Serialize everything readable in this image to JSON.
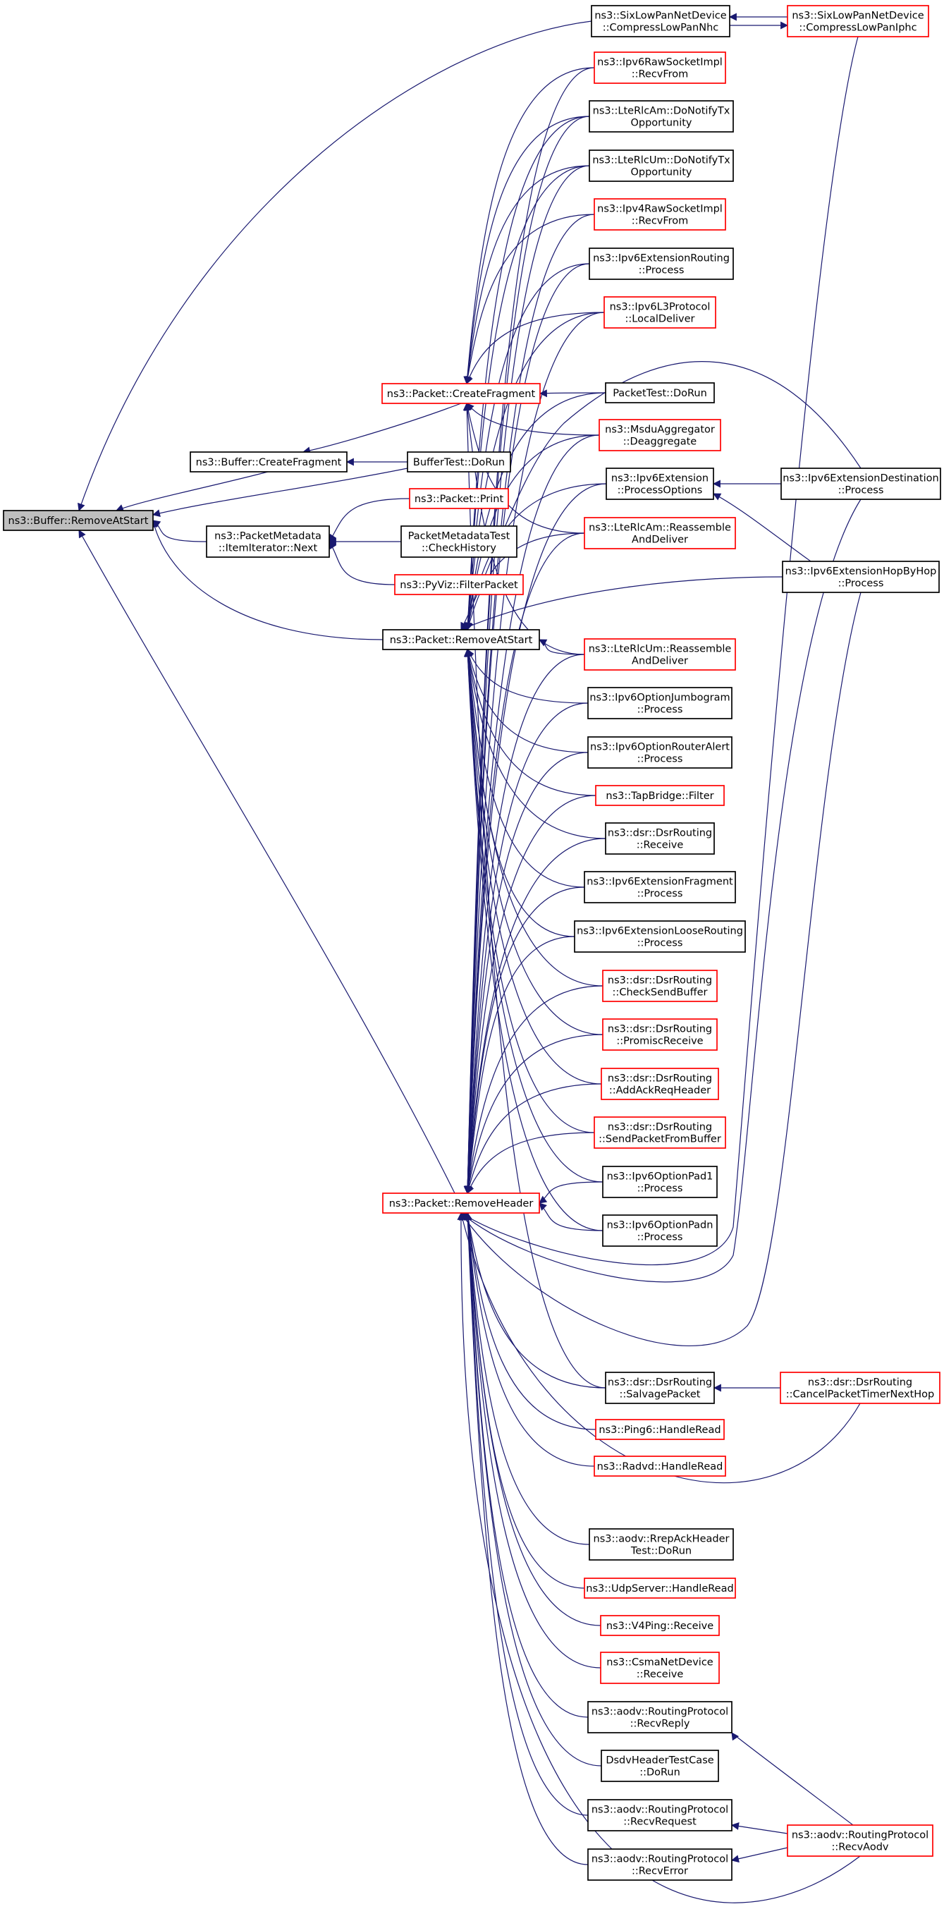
{
  "colors": {
    "edge": "#191970",
    "normal_border": "#000000",
    "linked_border": "#ff0000",
    "highlight_fill": "#bfbfbf",
    "background": "#ffffff"
  },
  "nodes": [
    {
      "id": "buffer_removeatstart",
      "lines": [
        "ns3::Buffer::RemoveAtStart"
      ],
      "style": "highlight"
    },
    {
      "id": "buffer_createfragment",
      "lines": [
        "ns3::Buffer::CreateFragment"
      ],
      "style": "normal"
    },
    {
      "id": "packetmetadata_next",
      "lines": [
        "ns3::PacketMetadata",
        "::ItemIterator::Next"
      ],
      "style": "normal"
    },
    {
      "id": "packet_createfragment",
      "lines": [
        "ns3::Packet::CreateFragment"
      ],
      "style": "red"
    },
    {
      "id": "buffertest_dorun",
      "lines": [
        "BufferTest::DoRun"
      ],
      "style": "normal"
    },
    {
      "id": "packet_print",
      "lines": [
        "ns3::Packet::Print"
      ],
      "style": "red"
    },
    {
      "id": "packetmetadatatest_checkhistory",
      "lines": [
        "PacketMetadataTest",
        "::CheckHistory"
      ],
      "style": "normal"
    },
    {
      "id": "pyviz_filterpacket",
      "lines": [
        "ns3::PyViz::FilterPacket"
      ],
      "style": "red"
    },
    {
      "id": "packet_removeatstart",
      "lines": [
        "ns3::Packet::RemoveAtStart"
      ],
      "style": "normal"
    },
    {
      "id": "packet_removeheader",
      "lines": [
        "ns3::Packet::RemoveHeader"
      ],
      "style": "red"
    },
    {
      "id": "sixlowpan_nhc",
      "lines": [
        "ns3::SixLowPanNetDevice",
        "::CompressLowPanNhc"
      ],
      "style": "normal"
    },
    {
      "id": "sixlowpan_iphc",
      "lines": [
        "ns3::SixLowPanNetDevice",
        "::CompressLowPanIphc"
      ],
      "style": "red"
    },
    {
      "id": "ipv6rawsocket_recvfrom",
      "lines": [
        "ns3::Ipv6RawSocketImpl",
        "::RecvFrom"
      ],
      "style": "red"
    },
    {
      "id": "ltercam_notifytx",
      "lines": [
        "ns3::LteRlcAm::DoNotifyTx",
        "Opportunity"
      ],
      "style": "normal"
    },
    {
      "id": "ltercum_notifytx",
      "lines": [
        "ns3::LteRlcUm::DoNotifyTx",
        "Opportunity"
      ],
      "style": "normal"
    },
    {
      "id": "ipv4rawsocket_recvfrom",
      "lines": [
        "ns3::Ipv4RawSocketImpl",
        "::RecvFrom"
      ],
      "style": "red"
    },
    {
      "id": "ipv6extrouting_process",
      "lines": [
        "ns3::Ipv6ExtensionRouting",
        "::Process"
      ],
      "style": "normal"
    },
    {
      "id": "ipv6l3_localdeliver",
      "lines": [
        "ns3::Ipv6L3Protocol",
        "::LocalDeliver"
      ],
      "style": "red"
    },
    {
      "id": "packettest_dorun",
      "lines": [
        "PacketTest::DoRun"
      ],
      "style": "normal"
    },
    {
      "id": "msduaggregator_deaggregate",
      "lines": [
        "ns3::MsduAggregator",
        "::Deaggregate"
      ],
      "style": "red"
    },
    {
      "id": "ipv6ext_processoptions",
      "lines": [
        "ns3::Ipv6Extension",
        "::ProcessOptions"
      ],
      "style": "normal"
    },
    {
      "id": "ltercam_reassemble",
      "lines": [
        "ns3::LteRlcAm::Reassemble",
        "AndDeliver"
      ],
      "style": "red"
    },
    {
      "id": "ltercum_reassemble",
      "lines": [
        "ns3::LteRlcUm::Reassemble",
        "AndDeliver"
      ],
      "style": "red"
    },
    {
      "id": "ipv6optjumbogram_process",
      "lines": [
        "ns3::Ipv6OptionJumbogram",
        "::Process"
      ],
      "style": "normal"
    },
    {
      "id": "ipv6optrouteralert_process",
      "lines": [
        "ns3::Ipv6OptionRouterAlert",
        "::Process"
      ],
      "style": "normal"
    },
    {
      "id": "tapbridge_filter",
      "lines": [
        "ns3::TapBridge::Filter"
      ],
      "style": "red"
    },
    {
      "id": "dsrrouting_receive",
      "lines": [
        "ns3::dsr::DsrRouting",
        "::Receive"
      ],
      "style": "normal"
    },
    {
      "id": "ipv6extfragment_process",
      "lines": [
        "ns3::Ipv6ExtensionFragment",
        "::Process"
      ],
      "style": "normal"
    },
    {
      "id": "ipv6extlooserouting_process",
      "lines": [
        "ns3::Ipv6ExtensionLooseRouting",
        "::Process"
      ],
      "style": "normal"
    },
    {
      "id": "dsrrouting_checksendbuffer",
      "lines": [
        "ns3::dsr::DsrRouting",
        "::CheckSendBuffer"
      ],
      "style": "red"
    },
    {
      "id": "dsrrouting_promiscreceive",
      "lines": [
        "ns3::dsr::DsrRouting",
        "::PromiscReceive"
      ],
      "style": "red"
    },
    {
      "id": "dsrrouting_addackreqheader",
      "lines": [
        "ns3::dsr::DsrRouting",
        "::AddAckReqHeader"
      ],
      "style": "red"
    },
    {
      "id": "dsrrouting_sendpacketfrombuffer",
      "lines": [
        "ns3::dsr::DsrRouting",
        "::SendPacketFromBuffer"
      ],
      "style": "red"
    },
    {
      "id": "ipv6optpad1_process",
      "lines": [
        "ns3::Ipv6OptionPad1",
        "::Process"
      ],
      "style": "normal"
    },
    {
      "id": "ipv6optpadn_process",
      "lines": [
        "ns3::Ipv6OptionPadn",
        "::Process"
      ],
      "style": "normal"
    },
    {
      "id": "dsrrouting_salvagepacket",
      "lines": [
        "ns3::dsr::DsrRouting",
        "::SalvagePacket"
      ],
      "style": "normal"
    },
    {
      "id": "ping6_handleread",
      "lines": [
        "ns3::Ping6::HandleRead"
      ],
      "style": "red"
    },
    {
      "id": "radvd_handleread",
      "lines": [
        "ns3::Radvd::HandleRead"
      ],
      "style": "red"
    },
    {
      "id": "aodv_repackheadertest",
      "lines": [
        "ns3::aodv::RrepAckHeader",
        "Test::DoRun"
      ],
      "style": "normal"
    },
    {
      "id": "udpserver_handleread",
      "lines": [
        "ns3::UdpServer::HandleRead"
      ],
      "style": "red"
    },
    {
      "id": "v4ping_receive",
      "lines": [
        "ns3::V4Ping::Receive"
      ],
      "style": "red"
    },
    {
      "id": "csmanetdevice_receive",
      "lines": [
        "ns3::CsmaNetDevice",
        "::Receive"
      ],
      "style": "red"
    },
    {
      "id": "aodv_recvreply",
      "lines": [
        "ns3::aodv::RoutingProtocol",
        "::RecvReply"
      ],
      "style": "normal"
    },
    {
      "id": "dsdvheadertest_dorun",
      "lines": [
        "DsdvHeaderTestCase",
        "::DoRun"
      ],
      "style": "normal"
    },
    {
      "id": "aodv_recvrequest",
      "lines": [
        "ns3::aodv::RoutingProtocol",
        "::RecvRequest"
      ],
      "style": "normal"
    },
    {
      "id": "aodv_recverror",
      "lines": [
        "ns3::aodv::RoutingProtocol",
        "::RecvError"
      ],
      "style": "normal"
    },
    {
      "id": "ipv6extdestination_process",
      "lines": [
        "ns3::Ipv6ExtensionDestination",
        "::Process"
      ],
      "style": "normal"
    },
    {
      "id": "ipv6exthopbyhop_process",
      "lines": [
        "ns3::Ipv6ExtensionHopByHop",
        "::Process"
      ],
      "style": "normal"
    },
    {
      "id": "dsrrouting_canceltimer",
      "lines": [
        "ns3::dsr::DsrRouting",
        "::CancelPacketTimerNextHop"
      ],
      "style": "red"
    },
    {
      "id": "aodv_recvaodv",
      "lines": [
        "ns3::aodv::RoutingProtocol",
        "::RecvAodv"
      ],
      "style": "red"
    }
  ],
  "edges": [
    [
      "buffer_createfragment",
      "buffer_removeatstart"
    ],
    [
      "packetmetadata_next",
      "buffer_removeatstart"
    ],
    [
      "packet_removeatstart",
      "buffer_removeatstart"
    ],
    [
      "packet_removeheader",
      "buffer_removeatstart"
    ],
    [
      "sixlowpan_nhc",
      "buffer_removeatstart"
    ],
    [
      "buffertest_dorun",
      "buffer_removeatstart"
    ],
    [
      "packet_createfragment",
      "buffer_createfragment"
    ],
    [
      "buffertest_dorun",
      "buffer_createfragment"
    ],
    [
      "packet_print",
      "packetmetadata_next"
    ],
    [
      "packetmetadatatest_checkhistory",
      "packetmetadata_next"
    ],
    [
      "pyviz_filterpacket",
      "packetmetadata_next"
    ],
    [
      "sixlowpan_iphc",
      "sixlowpan_nhc"
    ],
    [
      "sixlowpan_nhc",
      "sixlowpan_iphc"
    ],
    [
      "ipv6rawsocket_recvfrom",
      "packet_createfragment"
    ],
    [
      "ltercam_notifytx",
      "packet_createfragment"
    ],
    [
      "ltercum_notifytx",
      "packet_createfragment"
    ],
    [
      "ipv4rawsocket_recvfrom",
      "packet_createfragment"
    ],
    [
      "ipv6l3_localdeliver",
      "packet_createfragment"
    ],
    [
      "packettest_dorun",
      "packet_createfragment"
    ],
    [
      "msduaggregator_deaggregate",
      "packet_createfragment"
    ],
    [
      "ltercam_reassemble",
      "packet_createfragment"
    ],
    [
      "ltercum_reassemble",
      "packet_createfragment"
    ],
    [
      "dsrrouting_salvagepacket",
      "packet_createfragment"
    ],
    [
      "ltercam_notifytx",
      "packet_removeatstart"
    ],
    [
      "ltercum_notifytx",
      "packet_removeatstart"
    ],
    [
      "ipv6extrouting_process",
      "packet_removeatstart"
    ],
    [
      "ipv6l3_localdeliver",
      "packet_removeatstart"
    ],
    [
      "packettest_dorun",
      "packet_removeatstart"
    ],
    [
      "msduaggregator_deaggregate",
      "packet_removeatstart"
    ],
    [
      "ipv6ext_processoptions",
      "packet_removeatstart"
    ],
    [
      "ltercam_reassemble",
      "packet_removeatstart"
    ],
    [
      "ltercum_reassemble",
      "packet_removeatstart"
    ],
    [
      "ipv6optjumbogram_process",
      "packet_removeatstart"
    ],
    [
      "ipv6optrouteralert_process",
      "packet_removeatstart"
    ],
    [
      "tapbridge_filter",
      "packet_removeatstart"
    ],
    [
      "dsrrouting_receive",
      "packet_removeatstart"
    ],
    [
      "ipv6extfragment_process",
      "packet_removeatstart"
    ],
    [
      "ipv6extlooserouting_process",
      "packet_removeatstart"
    ],
    [
      "dsrrouting_checksendbuffer",
      "packet_removeatstart"
    ],
    [
      "dsrrouting_promiscreceive",
      "packet_removeatstart"
    ],
    [
      "dsrrouting_addackreqheader",
      "packet_removeatstart"
    ],
    [
      "dsrrouting_sendpacketfrombuffer",
      "packet_removeatstart"
    ],
    [
      "ipv6optpad1_process",
      "packet_removeatstart"
    ],
    [
      "ipv6optpadn_process",
      "packet_removeatstart"
    ],
    [
      "ipv6extdestination_process",
      "packet_removeatstart"
    ],
    [
      "ipv6exthopbyhop_process",
      "packet_removeatstart"
    ],
    [
      "sixlowpan_iphc",
      "packet_removeheader"
    ],
    [
      "ipv6rawsocket_recvfrom",
      "packet_removeheader"
    ],
    [
      "ltercam_notifytx",
      "packet_removeheader"
    ],
    [
      "ltercum_notifytx",
      "packet_removeheader"
    ],
    [
      "ipv4rawsocket_recvfrom",
      "packet_removeheader"
    ],
    [
      "ipv6extrouting_process",
      "packet_removeheader"
    ],
    [
      "ipv6l3_localdeliver",
      "packet_removeheader"
    ],
    [
      "msduaggregator_deaggregate",
      "packet_removeheader"
    ],
    [
      "ipv6ext_processoptions",
      "packet_removeheader"
    ],
    [
      "ltercam_reassemble",
      "packet_removeheader"
    ],
    [
      "ltercum_reassemble",
      "packet_removeheader"
    ],
    [
      "ipv6optjumbogram_process",
      "packet_removeheader"
    ],
    [
      "ipv6optrouteralert_process",
      "packet_removeheader"
    ],
    [
      "tapbridge_filter",
      "packet_removeheader"
    ],
    [
      "dsrrouting_receive",
      "packet_removeheader"
    ],
    [
      "ipv6extfragment_process",
      "packet_removeheader"
    ],
    [
      "ipv6extlooserouting_process",
      "packet_removeheader"
    ],
    [
      "dsrrouting_checksendbuffer",
      "packet_removeheader"
    ],
    [
      "dsrrouting_promiscreceive",
      "packet_removeheader"
    ],
    [
      "dsrrouting_addackreqheader",
      "packet_removeheader"
    ],
    [
      "dsrrouting_sendpacketfrombuffer",
      "packet_removeheader"
    ],
    [
      "ipv6optpad1_process",
      "packet_removeheader"
    ],
    [
      "ipv6optpadn_process",
      "packet_removeheader"
    ],
    [
      "ipv6extdestination_process",
      "packet_removeheader"
    ],
    [
      "ipv6exthopbyhop_process",
      "packet_removeheader"
    ],
    [
      "dsrrouting_salvagepacket",
      "packet_removeheader"
    ],
    [
      "ping6_handleread",
      "packet_removeheader"
    ],
    [
      "radvd_handleread",
      "packet_removeheader"
    ],
    [
      "dsrrouting_canceltimer",
      "packet_removeheader"
    ],
    [
      "aodv_repackheadertest",
      "packet_removeheader"
    ],
    [
      "udpserver_handleread",
      "packet_removeheader"
    ],
    [
      "v4ping_receive",
      "packet_removeheader"
    ],
    [
      "csmanetdevice_receive",
      "packet_removeheader"
    ],
    [
      "aodv_recvreply",
      "packet_removeheader"
    ],
    [
      "dsdvheadertest_dorun",
      "packet_removeheader"
    ],
    [
      "aodv_recvrequest",
      "packet_removeheader"
    ],
    [
      "aodv_recverror",
      "packet_removeheader"
    ],
    [
      "aodv_recvaodv",
      "packet_removeheader"
    ],
    [
      "ipv6extdestination_process",
      "ipv6ext_processoptions"
    ],
    [
      "ipv6exthopbyhop_process",
      "ipv6ext_processoptions"
    ],
    [
      "dsrrouting_canceltimer",
      "dsrrouting_salvagepacket"
    ],
    [
      "aodv_recvaodv",
      "aodv_recvreply"
    ],
    [
      "aodv_recvaodv",
      "aodv_recvrequest"
    ],
    [
      "aodv_recvaodv",
      "aodv_recverror"
    ]
  ]
}
